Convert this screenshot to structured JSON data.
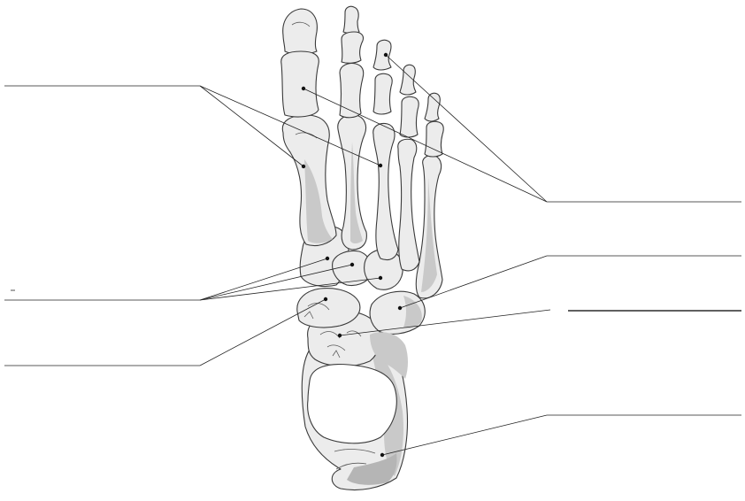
{
  "figure": {
    "subject": "foot-skeleton-dorsal-view",
    "answer_lines": [
      {
        "id": "phalanges",
        "value": ""
      },
      {
        "id": "metatarsals",
        "value": ""
      },
      {
        "id": "cuneiforms",
        "value": ""
      },
      {
        "id": "navicular",
        "value": ""
      },
      {
        "id": "cuboid",
        "value": ""
      },
      {
        "id": "talus",
        "value": ""
      },
      {
        "id": "calcaneus",
        "value": ""
      }
    ]
  }
}
